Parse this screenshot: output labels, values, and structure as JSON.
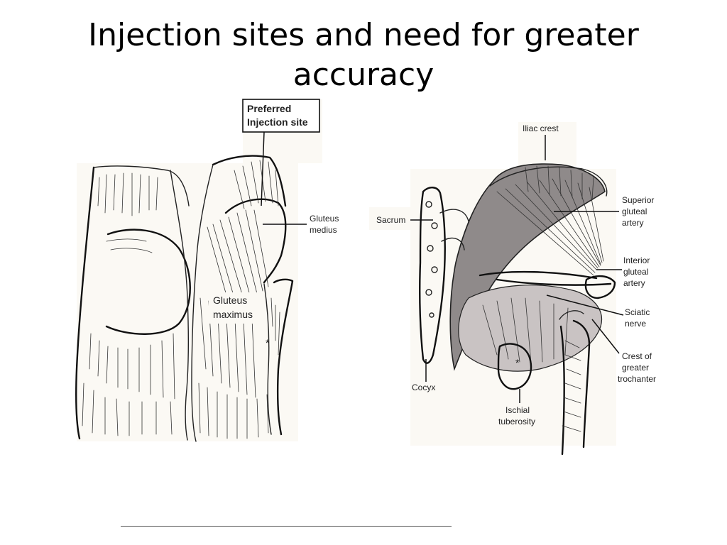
{
  "slide": {
    "title_line1": "Injection sites and need for greater",
    "title_line2": "accuracy"
  },
  "left_figure": {
    "callout_line1": "Preferred",
    "callout_line2": "Injection site",
    "label_gluteus_medius_1": "Gluteus",
    "label_gluteus_medius_2": "medius",
    "label_gluteus_maximus_1": "Gluteus",
    "label_gluteus_maximus_2": "maximus",
    "marker": "*"
  },
  "right_figure": {
    "iliac_crest": "Iliac crest",
    "sacrum": "Sacrum",
    "superior_gluteal_artery_1": "Superior",
    "superior_gluteal_artery_2": "gluteal",
    "superior_gluteal_artery_3": "artery",
    "inferior_gluteal_artery_1": "Interior",
    "inferior_gluteal_artery_2": "gluteal",
    "inferior_gluteal_artery_3": "artery",
    "sciatic_nerve_1": "Sciatic",
    "sciatic_nerve_2": "nerve",
    "crest_trochanter_1": "Crest of",
    "crest_trochanter_2": "greater",
    "crest_trochanter_3": "trochanter",
    "cocyx": "Cocyx",
    "ischial_tuberosity_1": "Ischial",
    "ischial_tuberosity_2": "tuberosity",
    "marker": "*"
  }
}
